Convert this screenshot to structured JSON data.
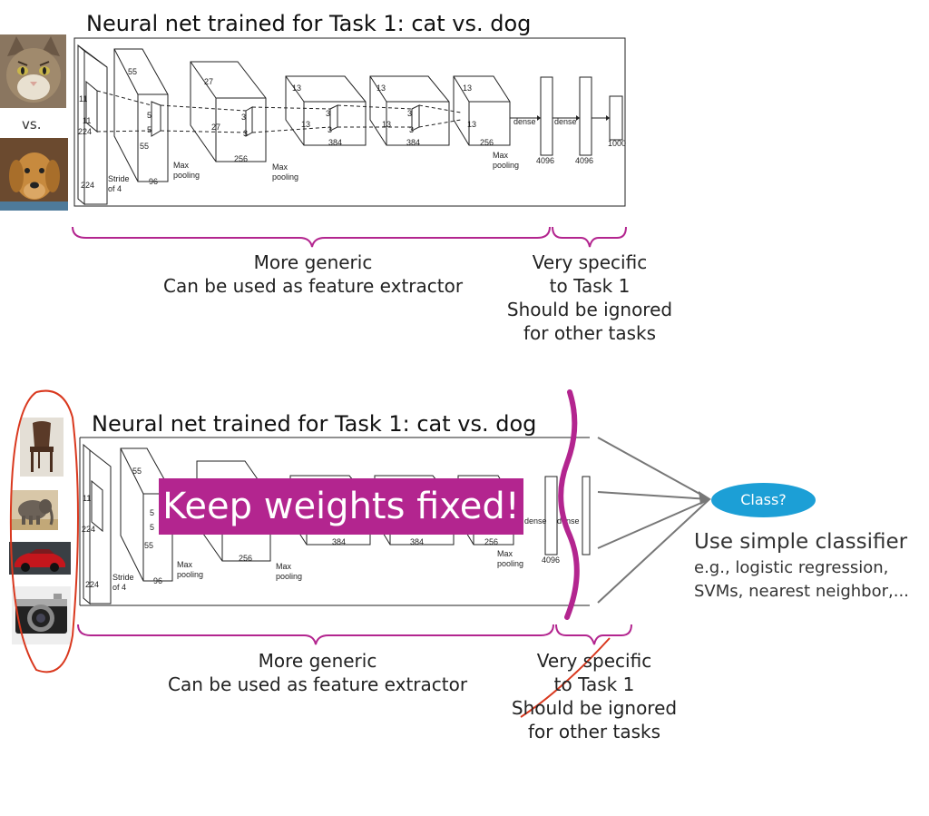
{
  "top": {
    "title": "Neural net trained for Task 1: cat vs. dog",
    "vs_label": "vs.",
    "images": [
      {
        "name": "cat",
        "icon": "cat-photo"
      },
      {
        "name": "dog",
        "icon": "dog-photo"
      }
    ],
    "generic_caption_line1": "More generic",
    "generic_caption_line2": "Can be used as feature extractor",
    "specific_caption_line1": "Very specific",
    "specific_caption_line2": "to Task 1",
    "specific_caption_line3": "Should be ignored",
    "specific_caption_line4": "for other tasks"
  },
  "bottom": {
    "title": "Neural net trained for Task 1: cat vs. dog",
    "images": [
      {
        "name": "chair",
        "icon": "chair-photo"
      },
      {
        "name": "elephant",
        "icon": "elephant-photo"
      },
      {
        "name": "car",
        "icon": "car-photo"
      },
      {
        "name": "camera",
        "icon": "camera-photo"
      }
    ],
    "keep_banner": "Keep weights fixed!",
    "class_bubble": "Class?",
    "classifier_title": "Use simple classifier",
    "classifier_line1": "e.g., logistic regression,",
    "classifier_line2": "SVMs, nearest neighbor,...",
    "generic_caption_line1": "More generic",
    "generic_caption_line2": "Can be used as feature extractor",
    "specific_caption_line1": "Very specific",
    "specific_caption_line2": "to Task 1",
    "specific_caption_line3": "Should be ignored",
    "specific_caption_line4": "for other tasks"
  },
  "net_labels": {
    "input_224": "224",
    "input_11": "11",
    "stride_line1": "Stride",
    "stride_line2": "of 4",
    "k5": "5",
    "s55": "55",
    "c96": "96",
    "maxpool_line1": "Max",
    "maxpool_line2": "pooling",
    "s27": "27",
    "k3": "3",
    "c256": "256",
    "s13": "13",
    "c384": "384",
    "dense": "dense",
    "d4096": "4096",
    "d1000": "1000"
  },
  "colors": {
    "brace": "#b3258f",
    "banner": "#b3258f",
    "class_bubble": "#1c9fd6",
    "red_annotation": "#d9381e"
  }
}
